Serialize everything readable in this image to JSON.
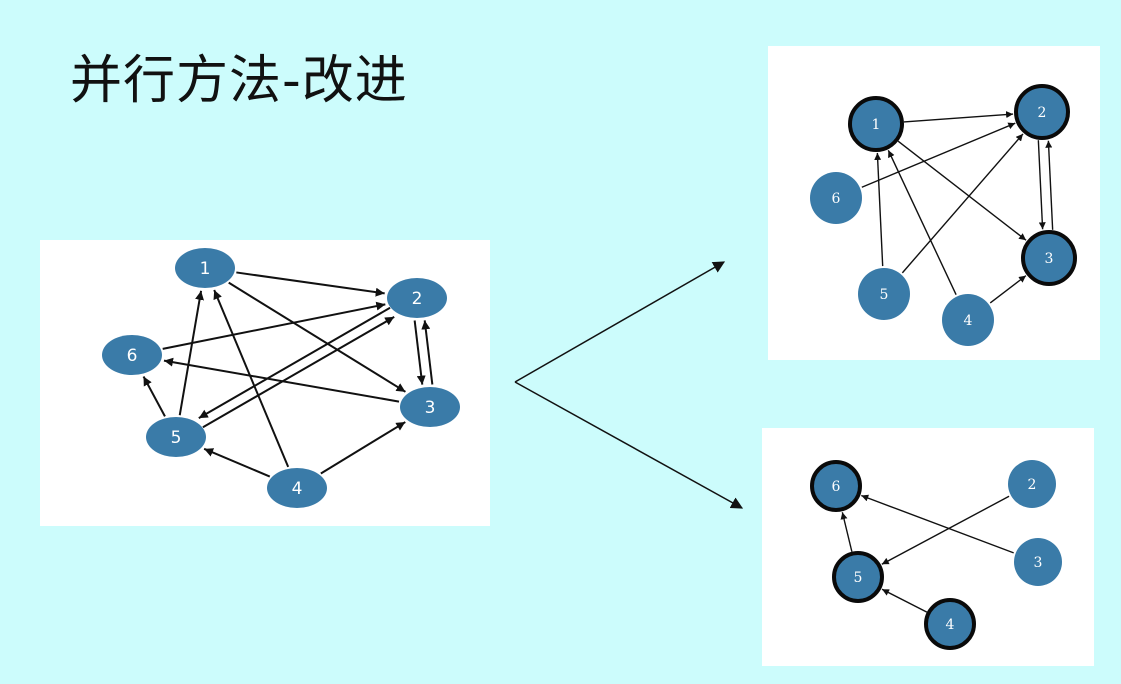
{
  "title": "并行方法-改进",
  "colors": {
    "background": "#ccfcfc",
    "panel": "#ffffff",
    "node_fill": "#3a7ba8",
    "node_text": "#ffffff",
    "edge": "#111111",
    "highlight_border": "#0a0a0a"
  },
  "graphs": [
    {
      "id": "original",
      "nodes": [
        {
          "label": "1",
          "highlighted": false
        },
        {
          "label": "2",
          "highlighted": false
        },
        {
          "label": "3",
          "highlighted": false
        },
        {
          "label": "4",
          "highlighted": false
        },
        {
          "label": "5",
          "highlighted": false
        },
        {
          "label": "6",
          "highlighted": false
        }
      ],
      "edges": [
        [
          "1",
          "2"
        ],
        [
          "1",
          "3"
        ],
        [
          "2",
          "3"
        ],
        [
          "3",
          "2"
        ],
        [
          "2",
          "5"
        ],
        [
          "5",
          "2"
        ],
        [
          "6",
          "2"
        ],
        [
          "3",
          "6"
        ],
        [
          "5",
          "1"
        ],
        [
          "4",
          "1"
        ],
        [
          "5",
          "6"
        ],
        [
          "4",
          "5"
        ],
        [
          "4",
          "3"
        ]
      ]
    },
    {
      "id": "subgraph-1",
      "nodes": [
        {
          "label": "1",
          "highlighted": true
        },
        {
          "label": "2",
          "highlighted": true
        },
        {
          "label": "3",
          "highlighted": true
        },
        {
          "label": "4",
          "highlighted": false
        },
        {
          "label": "5",
          "highlighted": false
        },
        {
          "label": "6",
          "highlighted": false
        }
      ],
      "edges": [
        [
          "1",
          "2"
        ],
        [
          "1",
          "3"
        ],
        [
          "2",
          "3"
        ],
        [
          "3",
          "2"
        ],
        [
          "6",
          "2"
        ],
        [
          "5",
          "1"
        ],
        [
          "5",
          "2"
        ],
        [
          "4",
          "1"
        ],
        [
          "4",
          "3"
        ]
      ]
    },
    {
      "id": "subgraph-2",
      "nodes": [
        {
          "label": "6",
          "highlighted": true
        },
        {
          "label": "5",
          "highlighted": true
        },
        {
          "label": "4",
          "highlighted": true
        },
        {
          "label": "2",
          "highlighted": false
        },
        {
          "label": "3",
          "highlighted": false
        }
      ],
      "edges": [
        [
          "5",
          "6"
        ],
        [
          "3",
          "6"
        ],
        [
          "2",
          "5"
        ],
        [
          "4",
          "5"
        ]
      ]
    }
  ]
}
